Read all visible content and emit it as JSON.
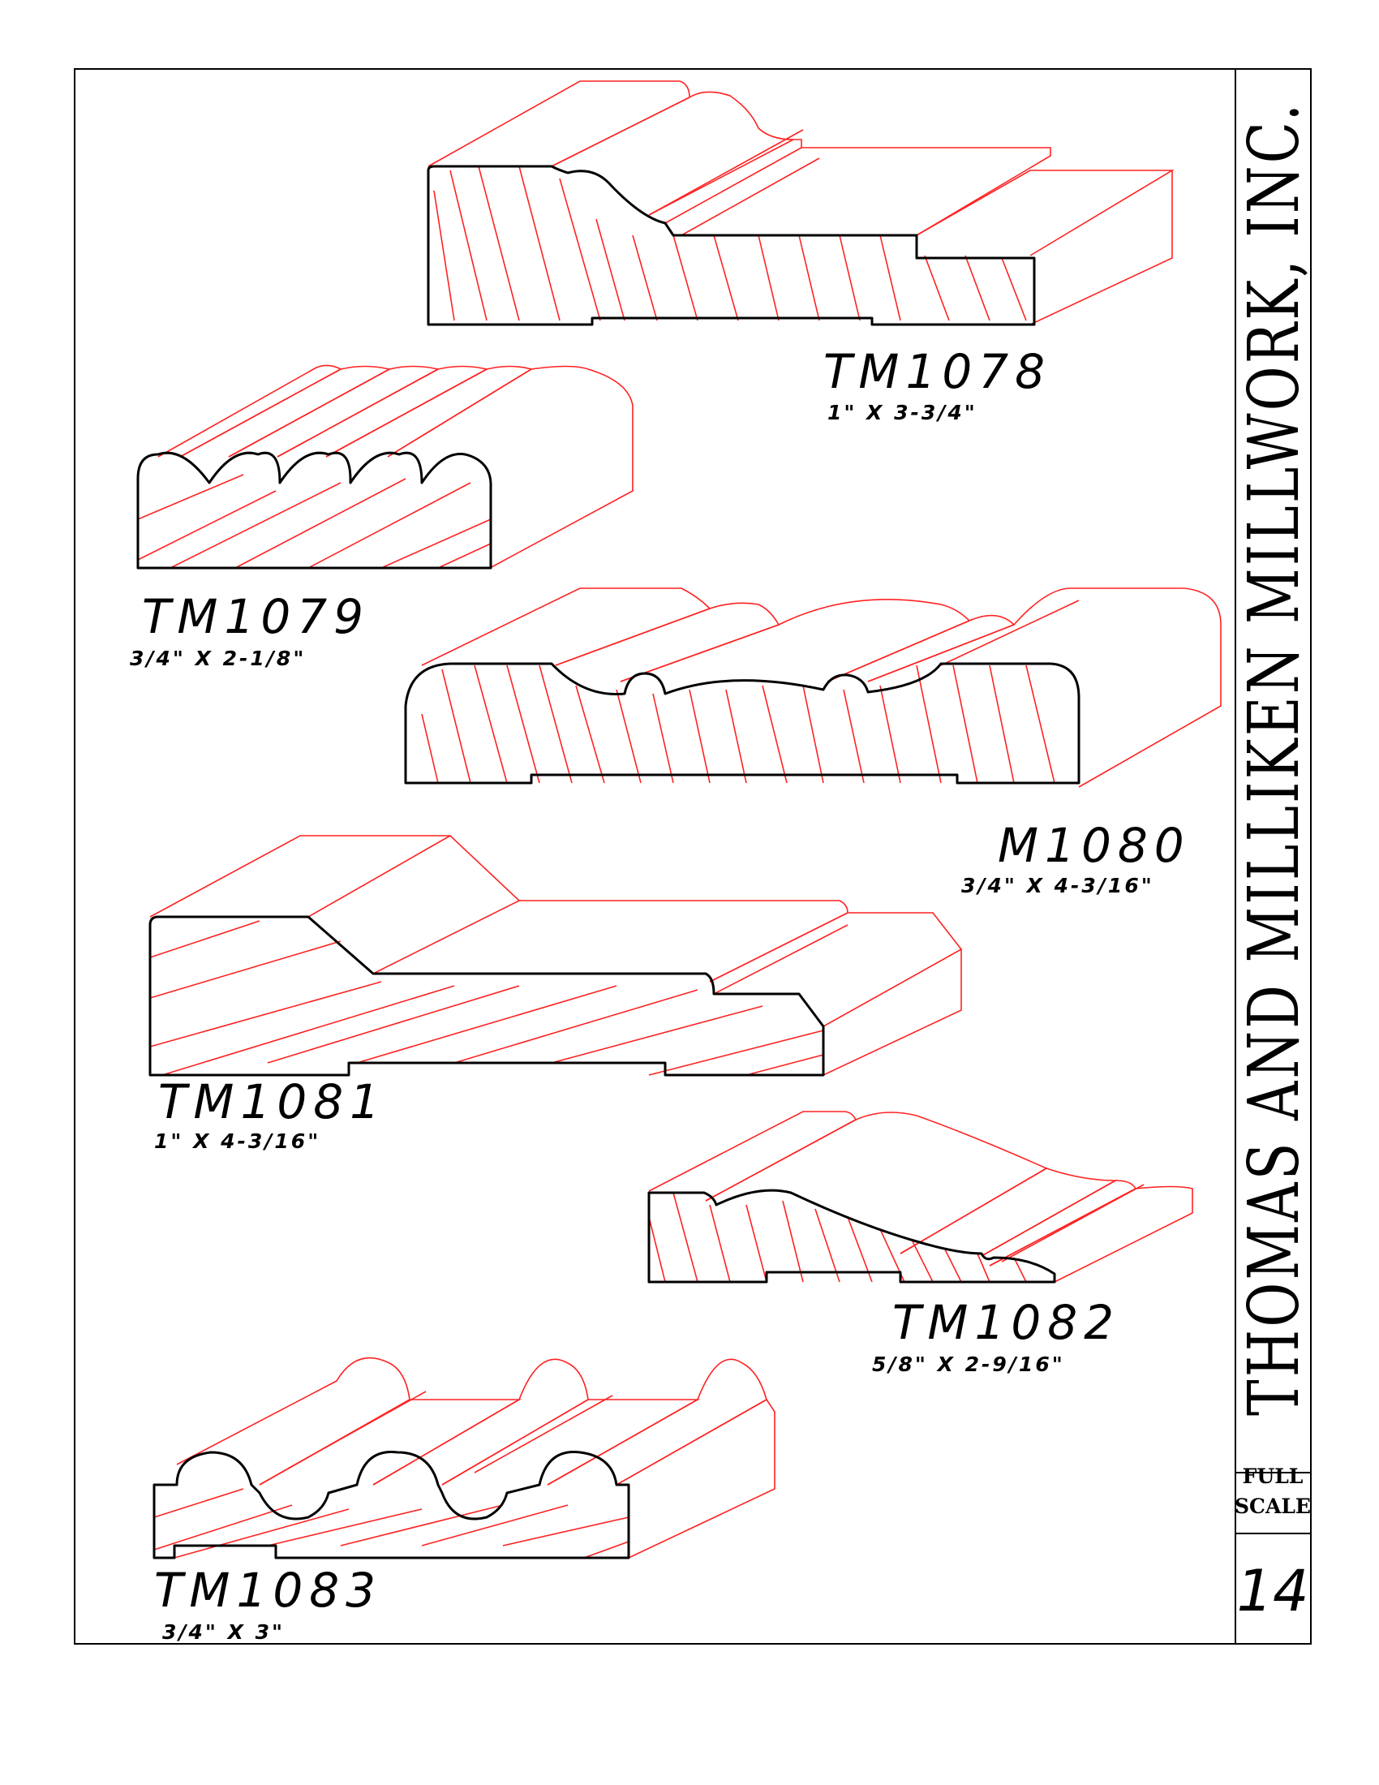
{
  "company": "THOMAS AND MILLIKEN MILLWORK, INC.",
  "scale": {
    "line1": "FULL",
    "line2": "SCALE"
  },
  "page_number": "14",
  "profiles": [
    {
      "code": "TM1078",
      "size": "1\"  X 3-3/4\""
    },
    {
      "code": "TM1079",
      "size": "3/4\"  X 2-1/8\""
    },
    {
      "code": "M1080",
      "size": "3/4\"  X 4-3/16\""
    },
    {
      "code": "TM1081",
      "size": "1\"  X 4-3/16\""
    },
    {
      "code": "TM1082",
      "size": "5/8\"  X 2-9/16\""
    },
    {
      "code": "TM1083",
      "size": "3/4\"  X 3\""
    }
  ],
  "colors": {
    "outline": "#000000",
    "linework": "#ff2222"
  }
}
